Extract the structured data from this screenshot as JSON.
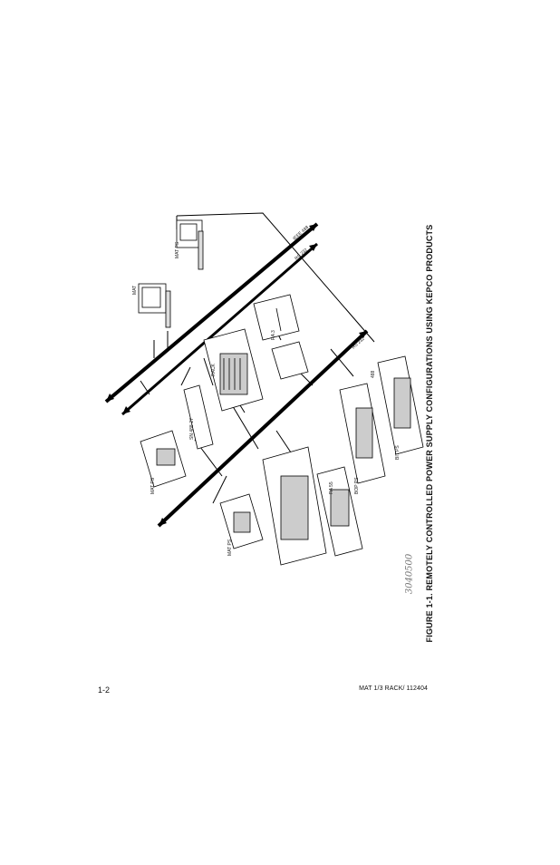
{
  "figure": {
    "caption": "FIGURE 1-1.    REMOTELY CONTROLLED POWER SUPPLY CONFIGURATIONS USING KEPCO PRODUCTS",
    "drawing_code": "3040500"
  },
  "footer": {
    "page_number": "1-2",
    "doc_id": "MAT 1/3 RACK/ 112404"
  },
  "bus_labels": [
    "IEEE 488",
    "RS 232",
    "RS 232"
  ],
  "device_labels": [
    "MAT",
    "MAT PS",
    "MAT PS",
    "MAT PS",
    "RA 3",
    "RA 55",
    "BOP PS",
    "BIT PS",
    "RACK",
    "SN 488-27",
    "488"
  ]
}
